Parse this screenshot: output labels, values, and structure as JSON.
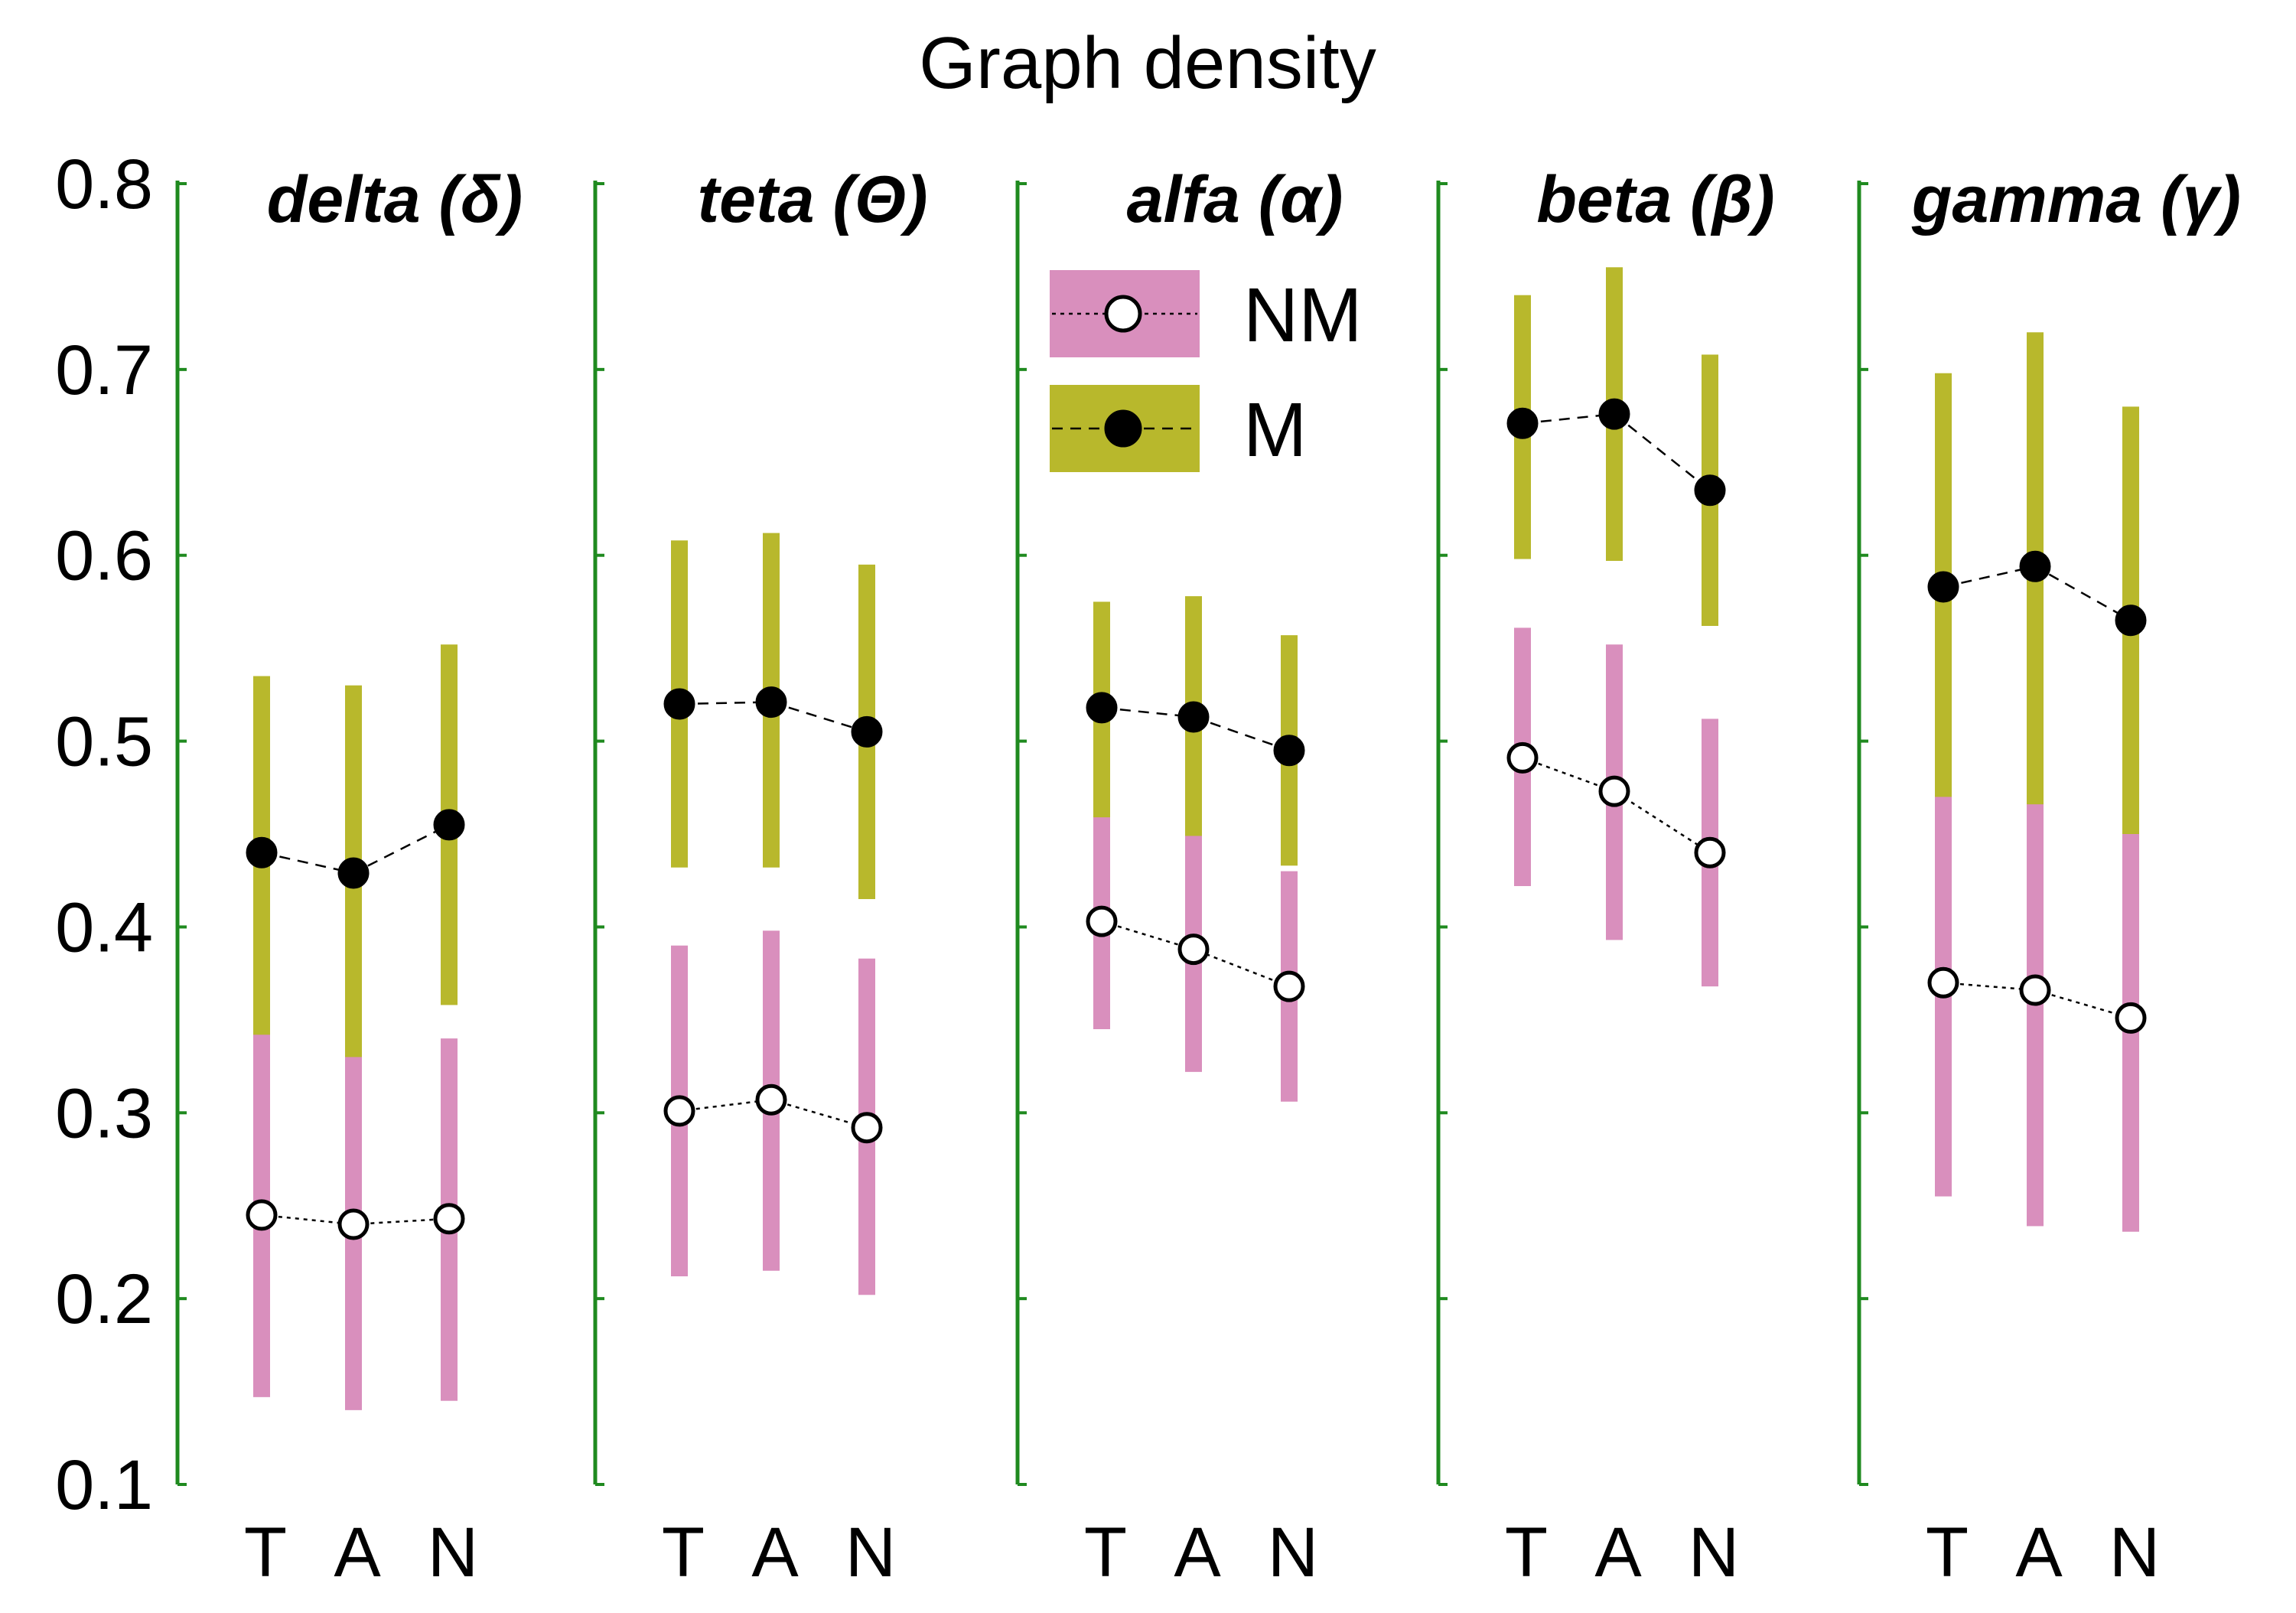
{
  "chart_data": {
    "type": "scatter",
    "title": "Graph density",
    "ylim": [
      0.1,
      0.8
    ],
    "yticks": [
      "0.1",
      "0.2",
      "0.3",
      "0.4",
      "0.5",
      "0.6",
      "0.7",
      "0.8"
    ],
    "categories": [
      "T",
      "A",
      "N"
    ],
    "panels": [
      {
        "title": "delta (δ)",
        "series": [
          {
            "name": "NM",
            "values": [
              0.245,
              0.24,
              0.243
            ],
            "low": [
              0.147,
              0.14,
              0.145
            ],
            "high": [
              0.343,
              0.342,
              0.34
            ]
          },
          {
            "name": "M",
            "values": [
              0.44,
              0.429,
              0.455
            ],
            "low": [
              0.342,
              0.33,
              0.358
            ],
            "high": [
              0.535,
              0.53,
              0.552
            ]
          }
        ]
      },
      {
        "title": "teta (Θ)",
        "series": [
          {
            "name": "NM",
            "values": [
              0.301,
              0.307,
              0.292
            ],
            "low": [
              0.212,
              0.215,
              0.202
            ],
            "high": [
              0.39,
              0.398,
              0.383
            ]
          },
          {
            "name": "M",
            "values": [
              0.52,
              0.521,
              0.505
            ],
            "low": [
              0.432,
              0.432,
              0.415
            ],
            "high": [
              0.608,
              0.612,
              0.595
            ]
          }
        ]
      },
      {
        "title": "alfa (α)",
        "series": [
          {
            "name": "NM",
            "values": [
              0.403,
              0.388,
              0.368
            ],
            "low": [
              0.345,
              0.322,
              0.306
            ],
            "high": [
              0.461,
              0.451,
              0.43
            ]
          },
          {
            "name": "M",
            "values": [
              0.518,
              0.513,
              0.495
            ],
            "low": [
              0.459,
              0.449,
              0.433
            ],
            "high": [
              0.575,
              0.578,
              0.557
            ]
          }
        ]
      },
      {
        "title": "beta (β)",
        "series": [
          {
            "name": "NM",
            "values": [
              0.491,
              0.473,
              0.44
            ],
            "low": [
              0.422,
              0.393,
              0.368
            ],
            "high": [
              0.561,
              0.552,
              0.512
            ]
          },
          {
            "name": "M",
            "values": [
              0.671,
              0.676,
              0.635
            ],
            "low": [
              0.598,
              0.597,
              0.562
            ],
            "high": [
              0.74,
              0.755,
              0.708
            ]
          }
        ]
      },
      {
        "title": "gamma (γ)",
        "series": [
          {
            "name": "NM",
            "values": [
              0.37,
              0.366,
              0.351
            ],
            "low": [
              0.255,
              0.239,
              0.236
            ],
            "high": [
              0.483,
              0.493,
              0.465
            ]
          },
          {
            "name": "M",
            "values": [
              0.583,
              0.594,
              0.565
            ],
            "low": [
              0.47,
              0.466,
              0.45
            ],
            "high": [
              0.698,
              0.72,
              0.68
            ]
          }
        ]
      }
    ],
    "legend": {
      "placement": "top-center",
      "entries": [
        {
          "label": "NM",
          "bar_color": "#d98fbd",
          "marker": "open-circle",
          "line": "dotted"
        },
        {
          "label": "M",
          "bar_color": "#b8b82c",
          "marker": "filled-circle",
          "line": "dashed"
        }
      ]
    },
    "colors": {
      "nm_bar": "#d98fbd",
      "m_bar": "#b8b82c",
      "axis": "#1f8a1f",
      "marker_fill_m": "#000000",
      "marker_fill_nm": "#ffffff"
    },
    "grid": false
  }
}
